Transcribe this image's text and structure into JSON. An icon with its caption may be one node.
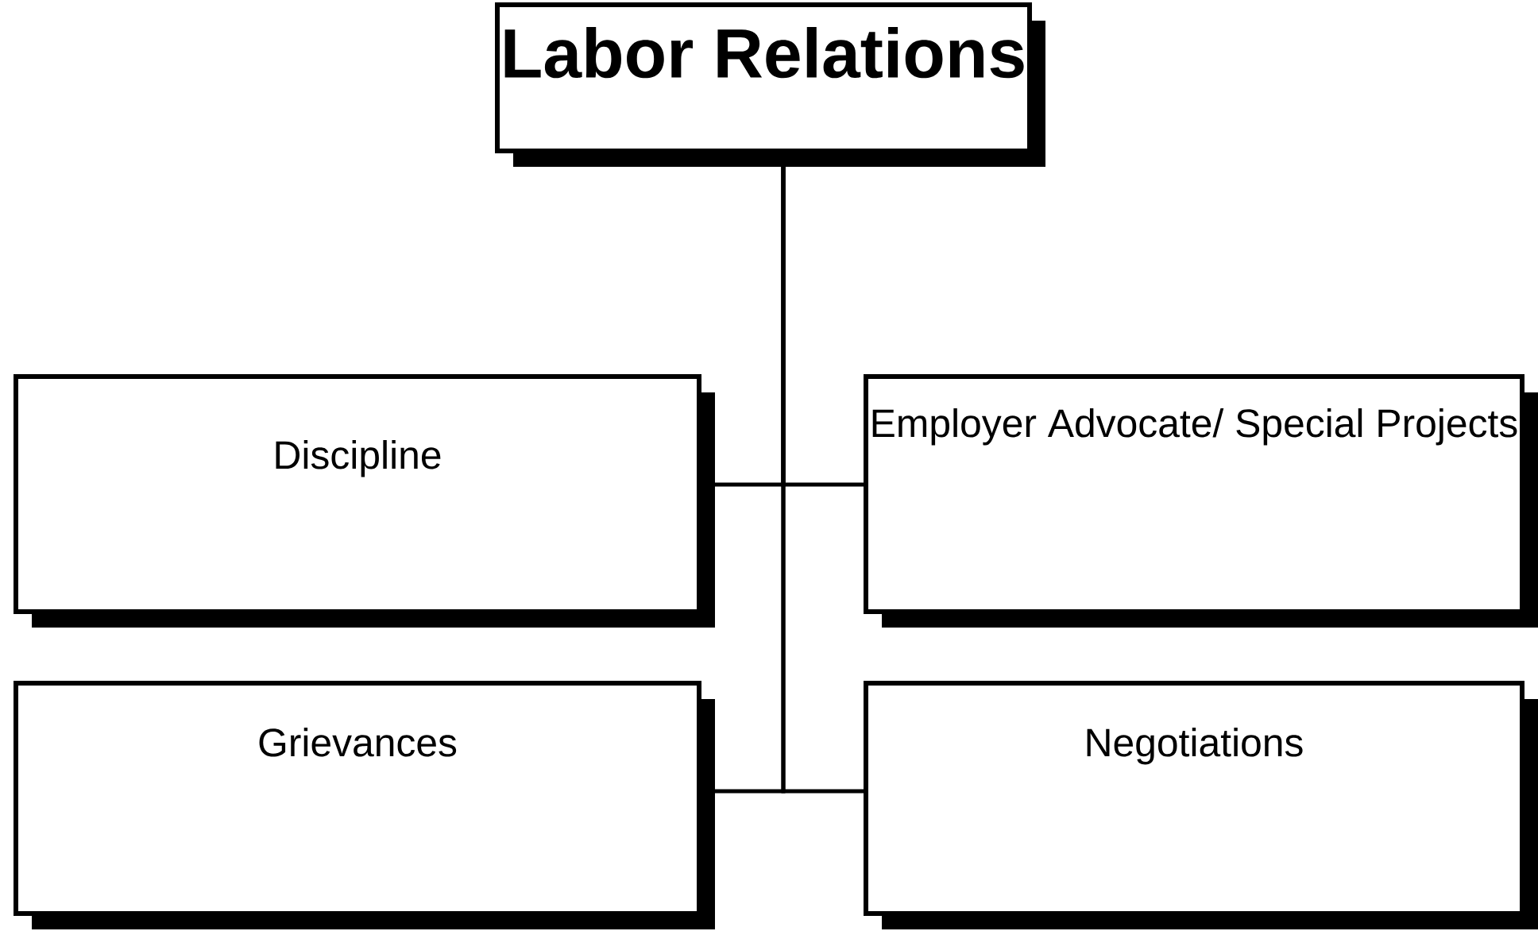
{
  "diagram": {
    "nodes": [
      {
        "text": [
          "Labor Relations"
        ]
      },
      {
        "text": [
          "Discipline"
        ]
      },
      {
        "text": [
          "Employer Advocate/ Special Projects"
        ]
      },
      {
        "text": [
          "Grievances"
        ]
      },
      {
        "text": [
          "Negotiations"
        ]
      }
    ],
    "edges": [
      {
        "from": 0,
        "to": 1,
        "arrow": "none"
      },
      {
        "from": 0,
        "to": 2,
        "arrow": "none"
      },
      {
        "from": 0,
        "to": 3,
        "arrow": "none"
      },
      {
        "from": 0,
        "to": 4,
        "arrow": "none"
      }
    ]
  }
}
